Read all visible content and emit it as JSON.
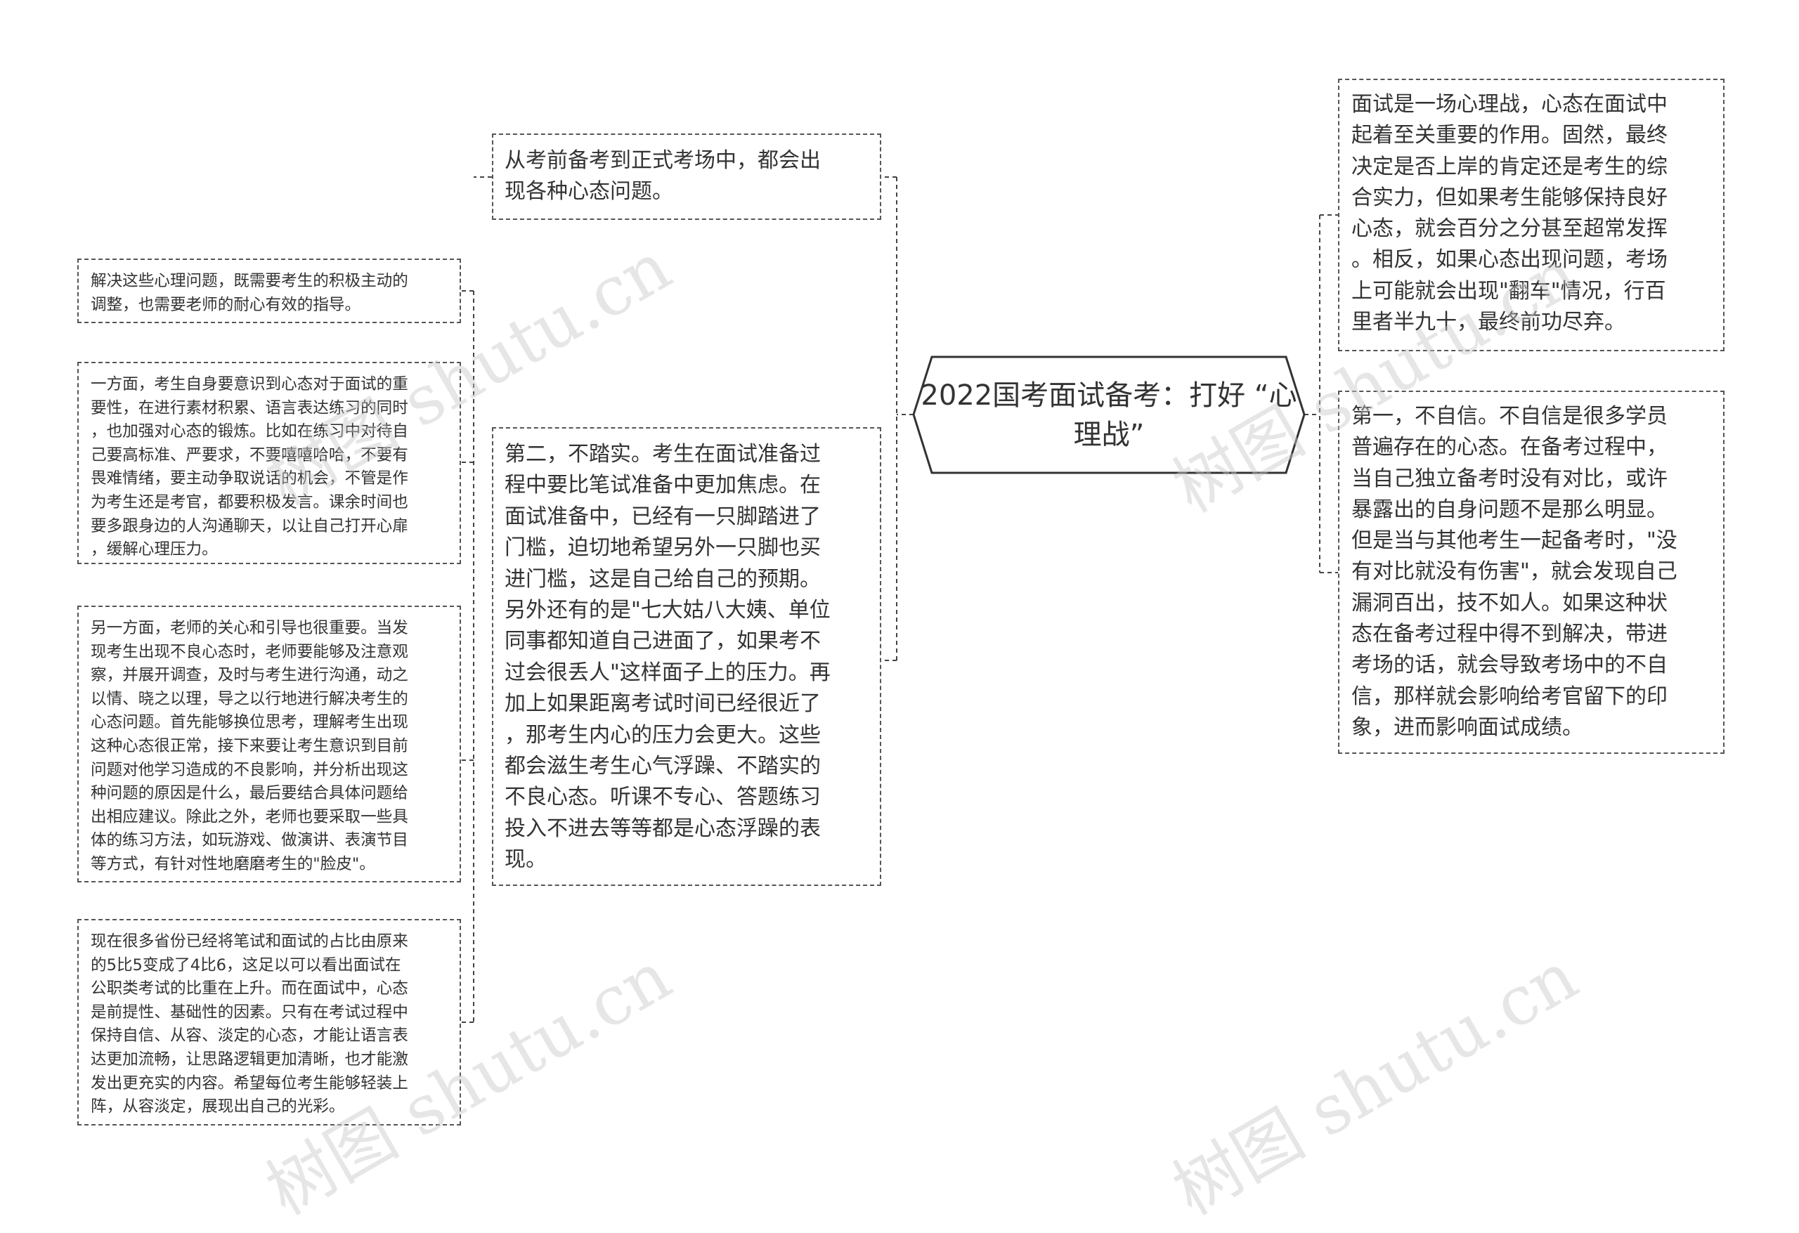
{
  "center_topic": "2022国考面试备考：打好\n“心理战”",
  "left_branches": [
    {
      "text": "从考前备考到正式考场中，都会出\n现各种心态问题。",
      "children": [
        "解决这些心理问题，既需要考生的积极主动的\n调整，也需要老师的耐心有效的指导。",
        "一方面，考生自身要意识到心态对于面试的重\n要性，在进行素材积累、语言表达练习的同时\n，也加强对心态的锻炼。比如在练习中对待自\n己要高标准、严要求，不要嘻嘻哈哈，不要有\n畏难情绪，要主动争取说话的机会，不管是作\n为考生还是考官，都要积极发言。课余时间也\n要多跟身边的人沟通聊天，以让自己打开心扉\n，缓解心理压力。",
        "另一方面，老师的关心和引导也很重要。当发\n现考生出现不良心态时，老师要能够及注意观\n察，并展开调查，及时与考生进行沟通，动之\n以情、晓之以理，导之以行地进行解决考生的\n心态问题。首先能够换位思考，理解考生出现\n这种心态很正常，接下来要让考生意识到目前\n问题对他学习造成的不良影响，并分析出现这\n种问题的原因是什么，最后要结合具体问题给\n出相应建议。除此之外，老师也要采取一些具\n体的练习方法，如玩游戏、做演讲、表演节目\n等方式，有针对性地磨磨考生的\"脸皮\"。",
        "现在很多省份已经将笔试和面试的占比由原来\n的5比5变成了4比6，这足以可以看出面试在\n公职类考试的比重在上升。而在面试中，心态\n是前提性、基础性的因素。只有在考试过程中\n保持自信、从容、淡定的心态，才能让语言表\n达更加流畅，让思路逻辑更加清晰，也才能激\n发出更充实的内容。希望每位考生能够轻装上\n阵，从容淡定，展现出自己的光彩。"
      ]
    },
    {
      "text": "第二，不踏实。考生在面试准备过\n程中要比笔试准备中更加焦虑。在\n面试准备中，已经有一只脚踏进了\n门槛，迫切地希望另外一只脚也买\n进门槛，这是自己给自己的预期。\n另外还有的是\"七大姑八大姨、单位\n同事都知道自己进面了，如果考不\n过会很丢人\"这样面子上的压力。再\n加上如果距离考试时间已经很近了\n，那考生内心的压力会更大。这些\n都会滋生考生心气浮躁、不踏实的\n不良心态。听课不专心、答题练习\n投入不进去等等都是心态浮躁的表\n现。"
    }
  ],
  "right_branches": [
    "面试是一场心理战，心态在面试中\n起着至关重要的作用。固然，最终\n决定是否上岸的肯定还是考生的综\n合实力，但如果考生能够保持良好\n心态，就会百分之分甚至超常发挥\n。相反，如果心态出现问题，考场\n上可能就会出现\"翻车\"情况，行百\n里者半九十，最终前功尽弃。",
    "第一，不自信。不自信是很多学员\n普遍存在的心态。在备考过程中，\n当自己独立备考时没有对比，或许\n暴露出的自身问题不是那么明显。\n但是当与其他考生一起备考时，\"没\n有对比就没有伤害\"，就会发现自己\n漏洞百出，技不如人。如果这种状\n态在备考过程中得不到解决，带进\n考场的话，就会导致考场中的不自\n信，那样就会影响给考官留下的印\n象，进而影响面试成绩。"
  ],
  "watermark": "树图 shutu.cn",
  "colors": {
    "border": "#555555",
    "text": "#333333",
    "connector": "#444444",
    "watermark": "#c8c8c8"
  }
}
